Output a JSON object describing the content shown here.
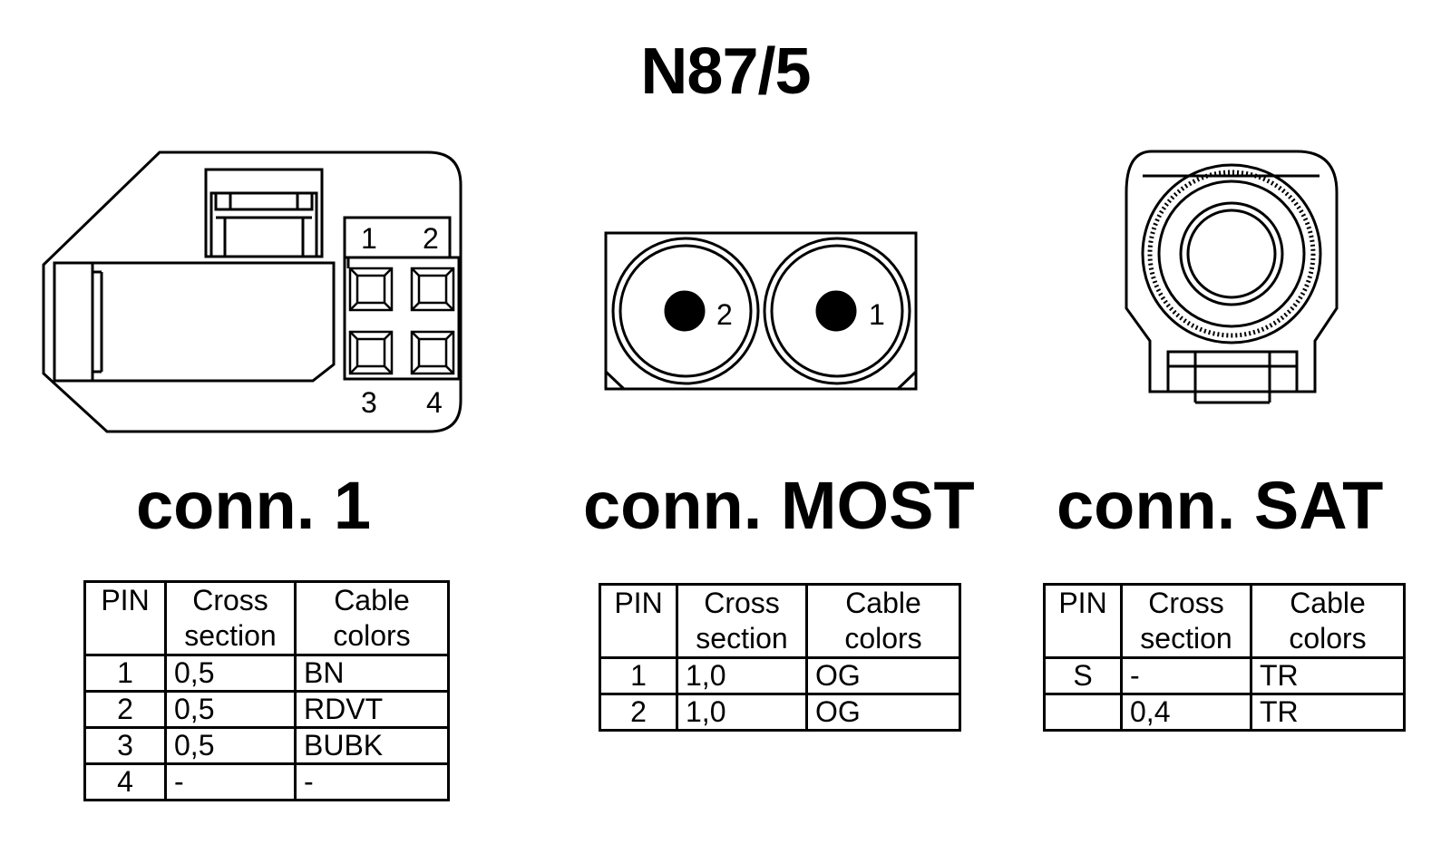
{
  "title": "N87/5",
  "conn1": {
    "label": "conn. 1",
    "pin_labels": [
      "1",
      "2",
      "3",
      "4"
    ],
    "table": {
      "headers": [
        "PIN",
        "Cross section",
        "Cable colors"
      ],
      "rows": [
        [
          "1",
          "0,5",
          "BN"
        ],
        [
          "2",
          "0,5",
          "RDVT"
        ],
        [
          "3",
          "0,5",
          "BUBK"
        ],
        [
          "4",
          "-",
          "-"
        ]
      ]
    }
  },
  "most": {
    "label": "conn. MOST",
    "pin_labels": [
      "2",
      "1"
    ],
    "table": {
      "headers": [
        "PIN",
        "Cross section",
        "Cable colors"
      ],
      "rows": [
        [
          "1",
          "1,0",
          "OG"
        ],
        [
          "2",
          "1,0",
          "OG"
        ]
      ]
    }
  },
  "sat": {
    "label": "conn. SAT",
    "table": {
      "headers": [
        "PIN",
        "Cross section",
        "Cable colors"
      ],
      "rows": [
        [
          "S",
          "-",
          "TR"
        ],
        [
          "",
          "0,4",
          "TR"
        ]
      ]
    }
  }
}
